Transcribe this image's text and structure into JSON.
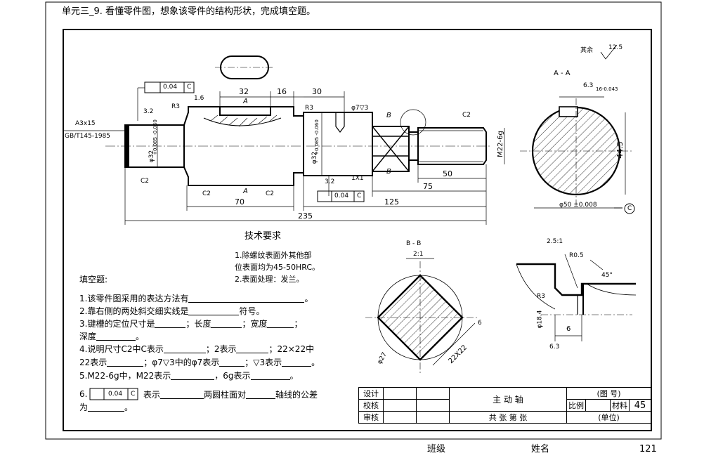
{
  "header": {
    "title": "单元三_9. 看懂零件图，想象该零件的结构形状，完成填空题。"
  },
  "drawing": {
    "roughness_note": "其余",
    "roughness_value": "12.5",
    "section_aa": "A - A",
    "section_bb": "B - B",
    "section_bb_scale": "2:1",
    "detail_scale": "2.5:1",
    "center_hole": "A3x15",
    "center_hole_std": "GB/T145-1985",
    "labels": {
      "tol_004_a": "0.04",
      "datum_c_a": "C",
      "tol_004_b": "0.04",
      "datum_c_b": "C",
      "r16": "1.6",
      "r32a": "3.2",
      "r32b": "3.2",
      "r63a": "6.3",
      "r63b": "6.3",
      "r3a": "R3",
      "r3b": "R3",
      "r3c": "R3",
      "r05": "R0.5",
      "d32": "32",
      "d16": "16",
      "d30": "30",
      "d70": "70",
      "d125": "125",
      "d75": "75",
      "d50": "50",
      "d235": "235",
      "d1x1": "1X1",
      "c2a": "C2",
      "c2b": "C2",
      "c2c": "C2",
      "c2d": "C2",
      "c2e": "C2",
      "phi32a": "φ32",
      "phi32b": "φ32",
      "tol_phi32a": "+0.085 -0.060",
      "tol_phi32b": "+0.085 -0.060",
      "phi7": "φ7▽3",
      "m22": "M22-6g",
      "a_mark1": "A",
      "a_mark2": "A",
      "b_mark1": "B",
      "b_mark2": "B",
      "keyway": "16-0.043",
      "depth44": "44.5",
      "phi50": "φ50 ±0.008",
      "datum_c3": "C",
      "phi27": "φ27",
      "sq22": "22X22",
      "d6a": "6",
      "phi184": "φ18.4",
      "d6b": "6",
      "ang45": "45°"
    }
  },
  "tech": {
    "title": "技术要求",
    "line1": "1.除螺纹表面外其他部",
    "line2": "位表面均为45-50HRC。",
    "line3": "2.表面处理：发兰。"
  },
  "quiz": {
    "title": "填空题:",
    "q1": "1.该零件图采用的表达方法有",
    "q2a": "2.靠右侧的两处斜交细实线是",
    "q2b": "符号。",
    "q3a": "3.键槽的定位尺寸是",
    "q3b": "；长度",
    "q3c": "；宽度",
    "q3d": "深度",
    "q4a": "4.说明尺寸C2中C表示",
    "q4b": "；2表示",
    "q4c": "；22×22中",
    "q4d": "22表示",
    "q4e": "；φ7▽3中的φ7表示",
    "q4f": "；▽3表示",
    "q5a": "5.M22-6g中，M22表示",
    "q5b": "，6g表示",
    "q6a": "6.",
    "q6tol": "0.04",
    "q6dat": "C",
    "q6b": "表示",
    "q6c": "两圆柱面对",
    "q6d": "轴线的公差",
    "q6e": "为"
  },
  "titleblock": {
    "design": "设计",
    "check": "校核",
    "review": "审核",
    "part": "主 动 轴",
    "drawing_no": "(图 号)",
    "scale": "比例",
    "material": "材料",
    "material_val": "45",
    "sheets": "共 张 第 张",
    "unit": "(单位)"
  },
  "footer": {
    "class": "班级",
    "name": "姓名",
    "page": "121"
  }
}
